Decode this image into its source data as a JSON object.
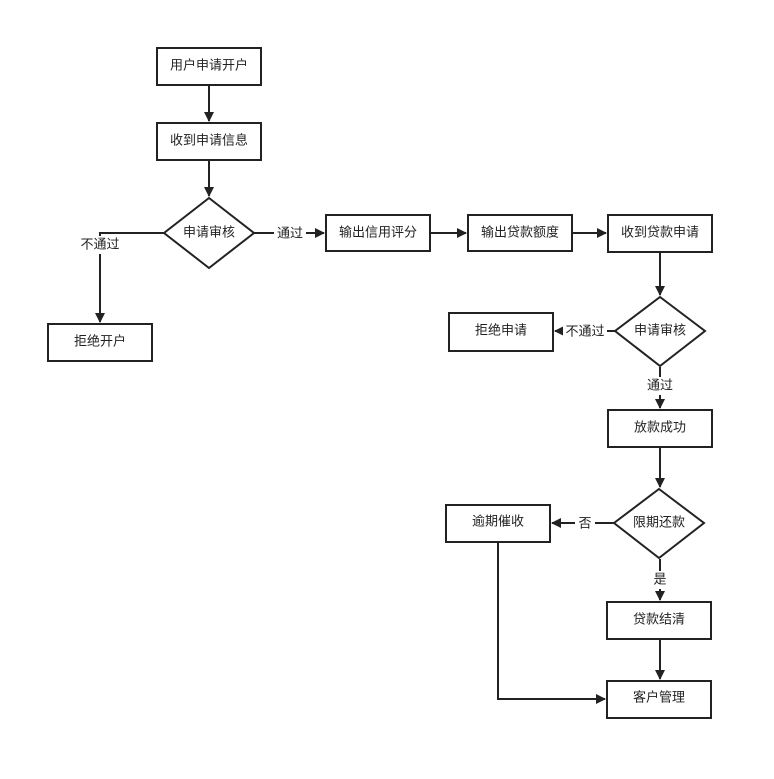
{
  "nodes": {
    "open_request": "用户申请开户",
    "receive_request": "收到申请信息",
    "review1": "申请审核",
    "reject_open": "拒绝开户",
    "credit_score": "输出信用评分",
    "loan_amount": "输出贷款额度",
    "receive_loan": "收到贷款申请",
    "review2": "申请审核",
    "reject_request": "拒绝申请",
    "disburse": "放款成功",
    "repay_deadline": "限期还款",
    "collection": "逾期催收",
    "loan_settled": "贷款结清",
    "customer_mgmt": "客户管理"
  },
  "edge_labels": {
    "review1_fail": "不通过",
    "review1_pass": "通过",
    "review2_fail": "不通过",
    "review2_pass": "通过",
    "repay_no": "否",
    "repay_yes": "是"
  }
}
